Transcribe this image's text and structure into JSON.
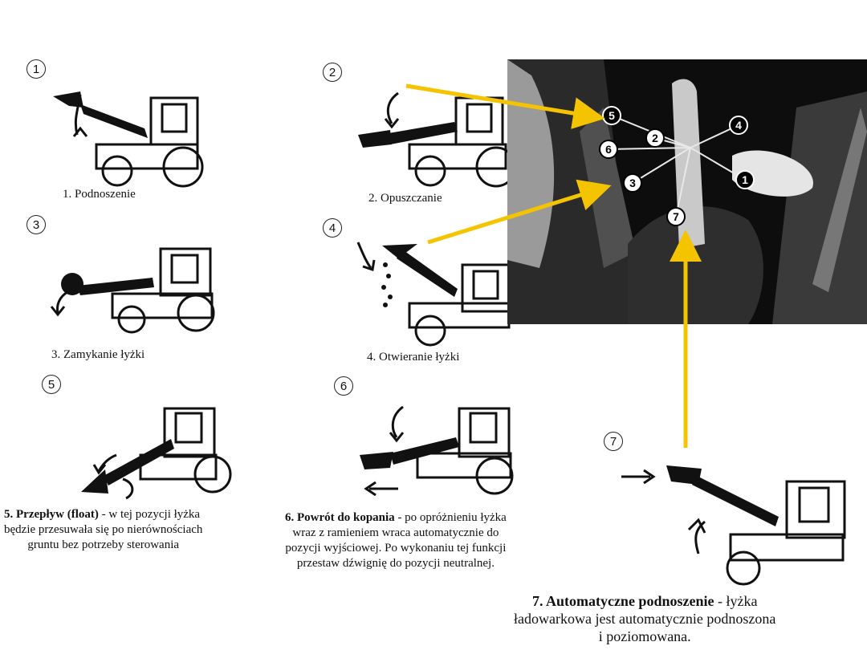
{
  "items": [
    {
      "num": "1",
      "title": "1. Podnoszenie",
      "desc": ""
    },
    {
      "num": "2",
      "title": "2. Opuszczanie",
      "desc": ""
    },
    {
      "num": "3",
      "title": "3. Zamykanie łyżki",
      "desc": ""
    },
    {
      "num": "4",
      "title": "4. Otwieranie łyżki",
      "desc": ""
    },
    {
      "num": "5",
      "title": "5. Przepływ (float)",
      "desc1": " - w tej pozycji łyżka",
      "desc2": "będzie przesuwała się po nierównościach",
      "desc3": "gruntu bez potrzeby sterowania"
    },
    {
      "num": "6",
      "title": "6. Powrót do kopania",
      "desc1": " - po opróżnieniu łyżka",
      "desc2": "wraz z ramieniem wraca automatycznie do",
      "desc3": "pozycji wyjściowej. Po wykonaniu tej funkcji",
      "desc4": "przestaw dźwignię do pozycji neutralnej."
    },
    {
      "num": "7",
      "title": "7. Automatyczne podnoszenie",
      "desc1": " - łyżka",
      "desc2": "ładowarkowa jest automatycznie podnoszona",
      "desc3": "i poziomowana."
    }
  ],
  "joystick_labels": [
    "5",
    "2",
    "4",
    "6",
    "1",
    "3",
    "7"
  ],
  "colors": {
    "arrow": "#f5c400",
    "photo_bg": "#0d0d0d",
    "line": "#111111"
  }
}
